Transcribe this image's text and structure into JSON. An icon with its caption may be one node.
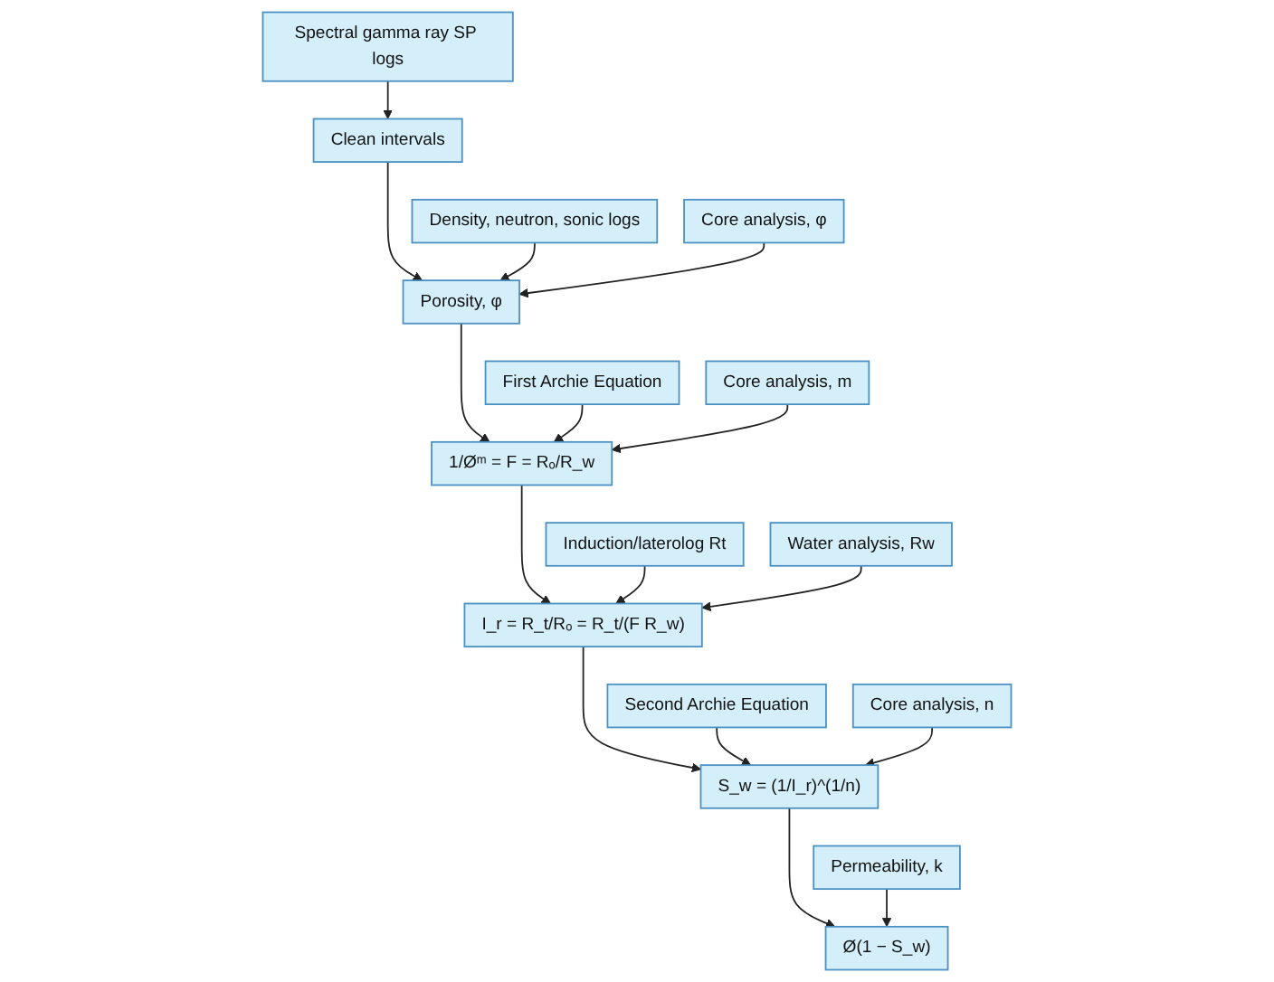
{
  "diagram": {
    "nodes": [
      {
        "text": [
          "Spectral gamma ray SP logs"
        ]
      },
      {
        "text": [
          "Clean intervals"
        ]
      },
      {
        "text": [
          "Density, neutron, sonic logs"
        ]
      },
      {
        "text": [
          "Porosity, φ"
        ]
      },
      {
        "text": [
          "Core analysis, φ"
        ]
      },
      {
        "text": [
          "First Archie Equation"
        ]
      },
      {
        "text": [
          "1/Øᵐ = F = Rₒ/R_w"
        ]
      },
      {
        "text": [
          "Core analysis, m"
        ]
      },
      {
        "text": [
          "Induction/laterolog Rt"
        ]
      },
      {
        "text": [
          "I_r = R_t/Rₒ = R_t/(F R_w)"
        ]
      },
      {
        "text": [
          "Water analysis, Rw"
        ]
      },
      {
        "text": [
          "Second Archie Equation"
        ]
      },
      {
        "text": [
          "S_w = (1/I_r)^(1/n)"
        ]
      },
      {
        "text": [
          "Core analysis, n"
        ]
      },
      {
        "text": [
          "Permeability, k"
        ]
      },
      {
        "text": [
          "Ø(1 − S_w)"
        ]
      }
    ],
    "edges": [
      {
        "from": 0,
        "to": 1,
        "arrow": "to"
      },
      {
        "from": 1,
        "to": 3,
        "arrow": "to"
      },
      {
        "from": 2,
        "to": 3,
        "arrow": "to"
      },
      {
        "from": 4,
        "to": 3,
        "arrow": "to"
      },
      {
        "from": 3,
        "to": 6,
        "arrow": "to"
      },
      {
        "from": 5,
        "to": 6,
        "arrow": "to"
      },
      {
        "from": 7,
        "to": 6,
        "arrow": "to"
      },
      {
        "from": 6,
        "to": 9,
        "arrow": "to"
      },
      {
        "from": 8,
        "to": 9,
        "arrow": "to"
      },
      {
        "from": 10,
        "to": 9,
        "arrow": "to"
      },
      {
        "from": 9,
        "to": 12,
        "arrow": "to"
      },
      {
        "from": 11,
        "to": 12,
        "arrow": "to"
      },
      {
        "from": 13,
        "to": 12,
        "arrow": "to"
      },
      {
        "from": 12,
        "to": 15,
        "arrow": "to"
      },
      {
        "from": 14,
        "to": 15,
        "arrow": "to"
      }
    ]
  }
}
